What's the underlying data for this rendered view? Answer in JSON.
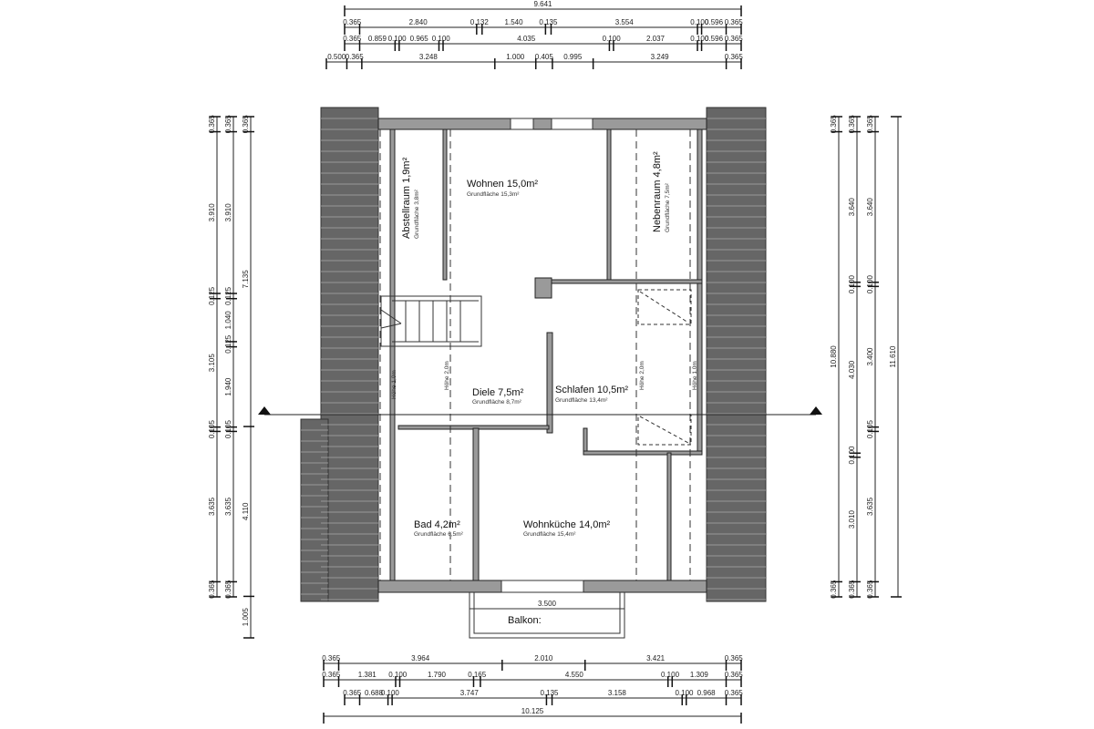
{
  "plan": {
    "rooms": [
      {
        "name": "Wohnen 15,0m²",
        "area": "Grundfläche 15,3m²"
      },
      {
        "name": "Abstellraum 1,9m²",
        "area": "Grundfläche 3,8m²"
      },
      {
        "name": "Nebenraum 4,8m²",
        "area": "Grundfläche 7,5m²"
      },
      {
        "name": "Diele 7,5m²",
        "area": "Grundfläche 8,7m²"
      },
      {
        "name": "Schlafen 10,5m²",
        "area": "Grundfläche 13,4m²"
      },
      {
        "name": "Bad 4,2m²",
        "area": "Grundfläche 6,5m²"
      },
      {
        "name": "Wohnküche 14,0m²",
        "area": "Grundfläche 15,4m²"
      }
    ],
    "heights": [
      "Höhe 1,0m",
      "Höhe 2,0m",
      "Höhe 2,0m",
      "Höhe 1,0m"
    ],
    "balcony": {
      "label": "Balkon:",
      "width": "3.500"
    }
  },
  "dimensions": {
    "top": [
      [
        "9.641"
      ],
      [
        "0.365",
        "2.840",
        "0.132",
        "1.540",
        "0.135",
        "3.554",
        "0.100",
        "0.596",
        "0.365"
      ],
      [
        "0.365",
        "0.859",
        "0.100",
        "0.965",
        "0.100",
        "4.035",
        "0.100",
        "2.037",
        "0.100",
        "0.596",
        "0.365"
      ],
      [
        "0.500",
        "0.365",
        "3.248",
        "1.000",
        "0.405",
        "0.995",
        "3.249",
        "0.365"
      ]
    ],
    "bottom": [
      [
        "0.365",
        "3.964",
        "2.010",
        "3.421",
        "0.365"
      ],
      [
        "0.365",
        "1.381",
        "0.100",
        "1.790",
        "0.165",
        "4.550",
        "0.100",
        "1.309",
        "0.365"
      ],
      [
        "0.365",
        "0.688",
        "0.100",
        "3.747",
        "0.135",
        "3.158",
        "0.100",
        "0.968",
        "0.365"
      ],
      [
        "10.125"
      ]
    ],
    "left": [
      [
        "0.365",
        "3.910",
        "0.125",
        "3.105",
        "0.105",
        "3.635",
        "0.365"
      ],
      [
        "0.365",
        "3.910",
        "0.125",
        "1.040",
        "0.125",
        "1.940",
        "0.105",
        "3.635",
        "0.365"
      ],
      [
        "0.365",
        "7.135",
        "4.110",
        "1.005"
      ]
    ],
    "right": [
      [
        "0.365",
        "10.880",
        "0.365"
      ],
      [
        "0.365",
        "3.640",
        "0.100",
        "4.030",
        "0.100",
        "3.010",
        "0.365"
      ],
      [
        "0.365",
        "3.640",
        "0.100",
        "3.400",
        "0.105",
        "3.635",
        "0.365"
      ],
      [
        "11.610"
      ]
    ]
  }
}
